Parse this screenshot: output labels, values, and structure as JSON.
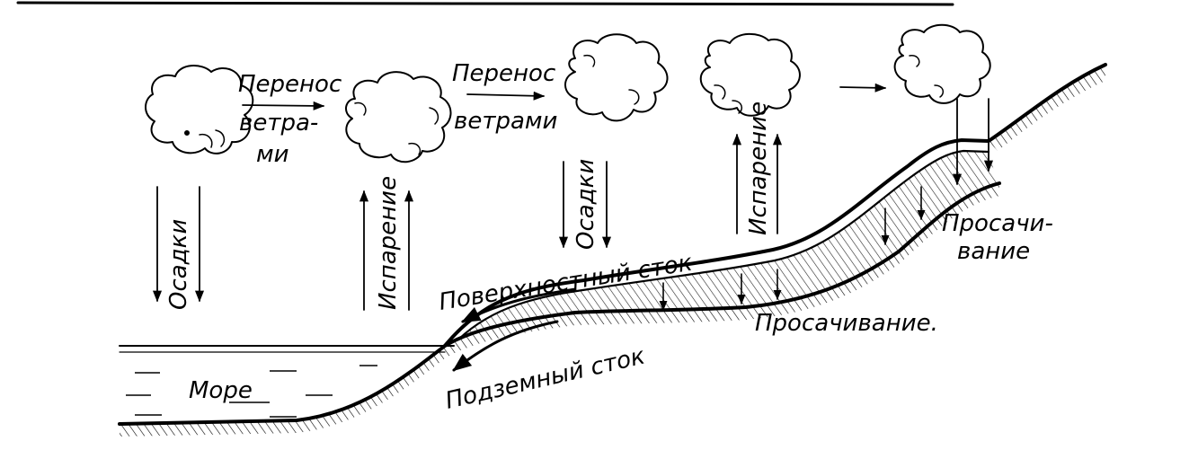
{
  "labels": {
    "transfer_1_line1": "Перенос",
    "transfer_1_line2": "ветра-",
    "transfer_1_line3": "ми",
    "transfer_2_line1": "Перенос",
    "transfer_2_line2": "ветрами",
    "precipitation_1": "Осадки",
    "precipitation_2": "Осадки",
    "evaporation_1": "Испарение",
    "evaporation_2": "Испарение",
    "surface_runoff": "Поверхностный сток",
    "groundwater_runoff": "Подземный сток",
    "infiltration_1_line1": "Просачи-",
    "infiltration_1_line2": "вание",
    "infiltration_2": "Просачивание.",
    "sea": "Море"
  }
}
